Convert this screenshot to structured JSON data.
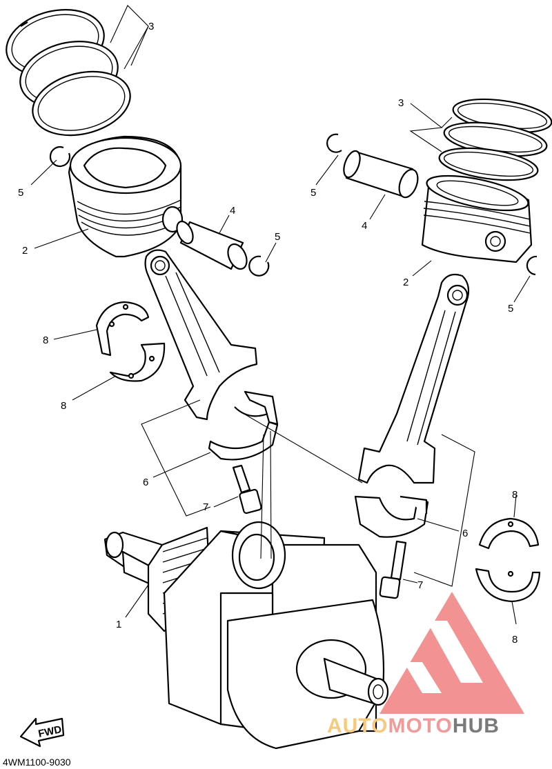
{
  "diagram_code": "4WM1100-9030",
  "fwd_label": "FWD",
  "callouts": [
    {
      "id": "left-rings",
      "number": "3"
    },
    {
      "id": "left-clip-upper",
      "number": "5"
    },
    {
      "id": "left-piston",
      "number": "2"
    },
    {
      "id": "left-pin",
      "number": "4"
    },
    {
      "id": "left-clip-lower",
      "number": "5"
    },
    {
      "id": "left-bearing-upper",
      "number": "8"
    },
    {
      "id": "left-bearing-lower",
      "number": "8"
    },
    {
      "id": "left-cap",
      "number": "6"
    },
    {
      "id": "left-bolt",
      "number": "7"
    },
    {
      "id": "crankshaft",
      "number": "1"
    },
    {
      "id": "right-rings",
      "number": "3"
    },
    {
      "id": "right-clip-left",
      "number": "5"
    },
    {
      "id": "right-pin",
      "number": "4"
    },
    {
      "id": "right-piston",
      "number": "2"
    },
    {
      "id": "right-clip-right",
      "number": "5"
    },
    {
      "id": "right-bearing-upper",
      "number": "8"
    },
    {
      "id": "right-cap",
      "number": "6"
    },
    {
      "id": "right-bolt",
      "number": "7"
    },
    {
      "id": "right-bearing-lower",
      "number": "8"
    }
  ],
  "watermark": {
    "word_auto": "AUTO",
    "word_moto": "MOTO",
    "word_hub": "HUB",
    "colors": {
      "logo": "#f08080",
      "auto": "#f7c97a",
      "moto": "#f29a9a",
      "hub": "#7a7a7a"
    }
  }
}
